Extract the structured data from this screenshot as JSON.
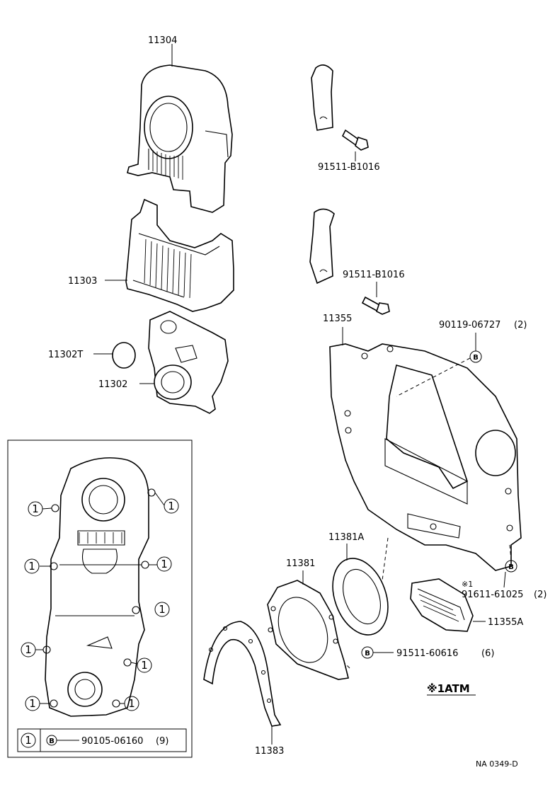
{
  "parts": {
    "p11304": "11304",
    "p11303": "11303",
    "p11302T": "11302T",
    "p11302": "11302",
    "bolt_upper": "91511-B1016",
    "bolt_lower": "91511-B1016",
    "p11355": "11355",
    "p90119": "90119-06727",
    "p90119_qty": "(2)",
    "p11381A": "11381A",
    "p11381": "11381",
    "note_mark": "※1",
    "p91611": "91611-61025",
    "p91611_qty": "(2)",
    "p11355A": "11355A",
    "p91511_60616": "91511-60616",
    "p91511_60616_qty": "(6)",
    "p11383": "11383",
    "atm_note": "※1ATM",
    "drawing_id": "NA 0349-D"
  },
  "callouts": {
    "one": "1",
    "b": "B"
  },
  "inset_legend": {
    "part_number": "90105-06160",
    "qty": "(9)"
  }
}
